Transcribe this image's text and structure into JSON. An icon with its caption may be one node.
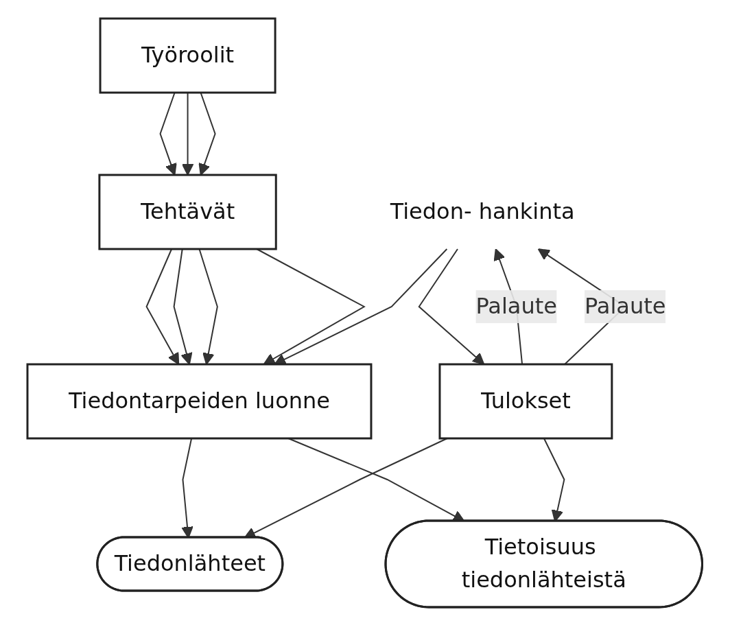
{
  "diagram": {
    "nodes": [
      {
        "text": [
          "Työroolit"
        ]
      },
      {
        "text": [
          "Tehtävät"
        ]
      },
      {
        "text": [
          "Tiedontarpeiden luonne"
        ]
      },
      {
        "text": [
          "Tiedonlähteet"
        ]
      },
      {
        "text": [
          "Tiedon- hankinta"
        ]
      },
      {
        "text": [
          "Tietoisuus tiedonlähteistä"
        ]
      },
      {
        "text": [
          "Tulokset"
        ]
      }
    ],
    "edges": [
      {
        "from": 0,
        "to": 1,
        "arrow": "to"
      },
      {
        "from": 0,
        "to": 1,
        "arrow": "to"
      },
      {
        "from": 0,
        "to": 1,
        "arrow": "to"
      },
      {
        "from": 1,
        "to": 2,
        "arrow": "to"
      },
      {
        "from": 1,
        "to": 2,
        "arrow": "to"
      },
      {
        "from": 1,
        "to": 2,
        "arrow": "to"
      },
      {
        "from": 1,
        "to": 2,
        "arrow": "to"
      },
      {
        "from": 2,
        "to": 3,
        "arrow": "to"
      },
      {
        "from": 4,
        "to": 2,
        "arrow": "to"
      },
      {
        "from": 2,
        "to": 5,
        "arrow": "to"
      },
      {
        "from": 4,
        "to": 6,
        "arrow": "to"
      },
      {
        "from": 6,
        "to": 3,
        "arrow": "to"
      },
      {
        "from": 6,
        "to": 4,
        "label": "Palaute",
        "arrow": "to"
      },
      {
        "from": 6,
        "to": 4,
        "label": "Palaute",
        "arrow": "to"
      },
      {
        "from": 6,
        "to": 5,
        "arrow": "to"
      }
    ]
  }
}
